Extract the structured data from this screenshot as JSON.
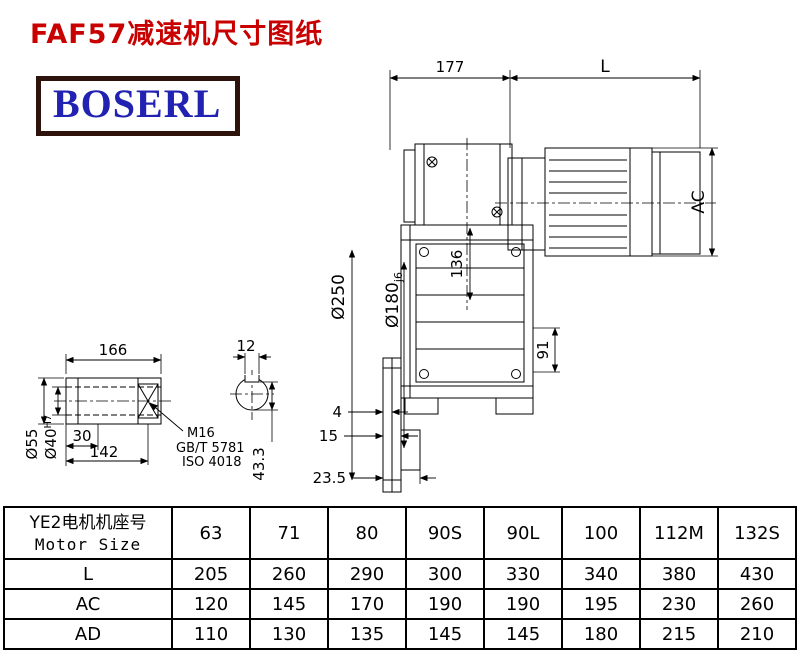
{
  "page": {
    "title": "FAF57减速机尺寸图纸",
    "logo_text": "BOSERL"
  },
  "drawing": {
    "colors": {
      "line": "#000000",
      "title_red": "#c80000",
      "logo_blue": "#2222b2",
      "logo_border": "#2e120c"
    },
    "dims": {
      "d177": "177",
      "dL": "L",
      "dAC": "AC",
      "d136": "136",
      "d250": "Ø250",
      "d180": "Ø180",
      "d180_fit": "j6",
      "d91": "91",
      "d4": "4",
      "d15": "15",
      "d23_5": "23.5",
      "d166": "166",
      "d12": "12",
      "d55": "Ø55",
      "d40": "Ø40",
      "d40_fit": "H7",
      "d30": "30",
      "d142": "142",
      "d43_3": "43.3",
      "thread": "M16",
      "standard_gb": "GB/T 5781",
      "standard_iso": "ISO 4018"
    }
  },
  "table": {
    "header": {
      "label_cn": "YE2电机机座号",
      "label_en": "Motor Size",
      "sizes": [
        "63",
        "71",
        "80",
        "90S",
        "90L",
        "100",
        "112M",
        "132S"
      ]
    },
    "rows": [
      {
        "label": "L",
        "values": [
          "205",
          "260",
          "290",
          "300",
          "330",
          "340",
          "380",
          "430"
        ]
      },
      {
        "label": "AC",
        "values": [
          "120",
          "145",
          "170",
          "190",
          "190",
          "195",
          "230",
          "260"
        ]
      },
      {
        "label": "AD",
        "values": [
          "110",
          "130",
          "135",
          "145",
          "145",
          "180",
          "215",
          "210"
        ]
      }
    ]
  }
}
